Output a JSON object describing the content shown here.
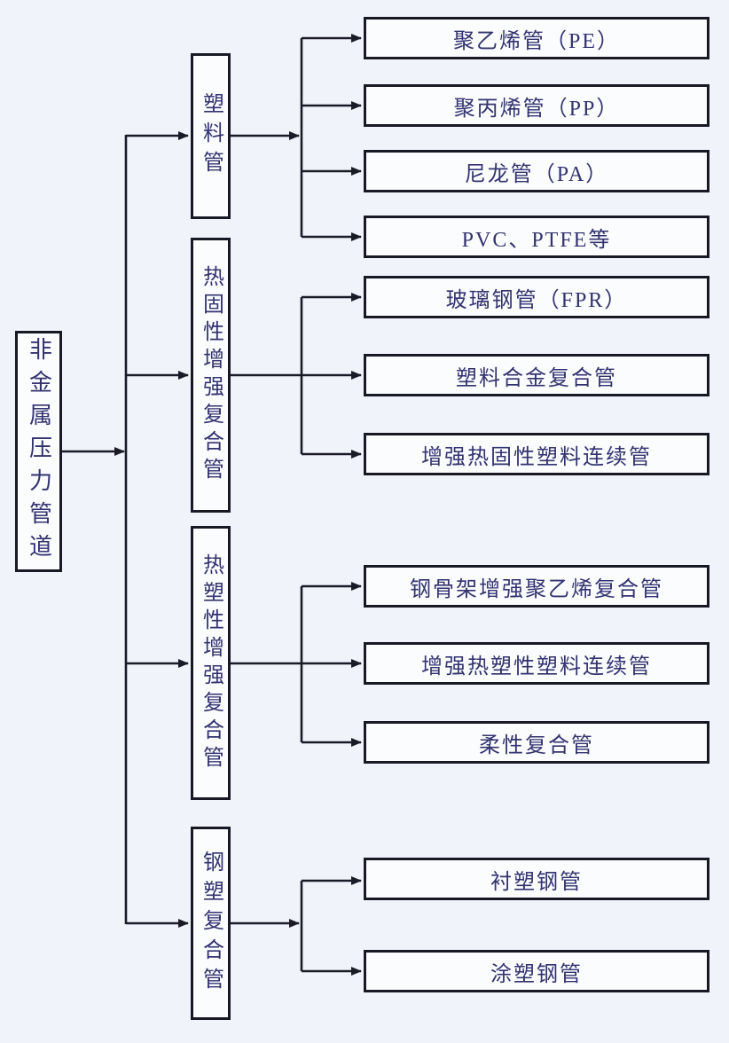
{
  "diagram": {
    "title_hint": "classification tree of non-metallic pressure pipes",
    "root": {
      "label": "非金属压力管道"
    },
    "branches": [
      {
        "label": "塑料管",
        "children": [
          "聚乙烯管（PE）",
          "聚丙烯管（PP）",
          "尼龙管（PA）",
          "PVC、PTFE等"
        ]
      },
      {
        "label": "热固性增强复合管",
        "children": [
          "玻璃钢管（FPR）",
          "塑料合金复合管",
          "增强热固性塑料连续管"
        ]
      },
      {
        "label": "热塑性增强复合管",
        "children": [
          "钢骨架增强聚乙烯复合管",
          "增强热塑性塑料连续管",
          "柔性复合管"
        ]
      },
      {
        "label": "钢塑复合管",
        "children": [
          "衬塑钢管",
          "涂塑钢管"
        ]
      }
    ],
    "colors": {
      "page_background": "#f1f3fa",
      "node_background": "#fbfcfe",
      "node_border": "#191926",
      "node_text": "#333370",
      "connector_line": "#1b1b28"
    }
  }
}
